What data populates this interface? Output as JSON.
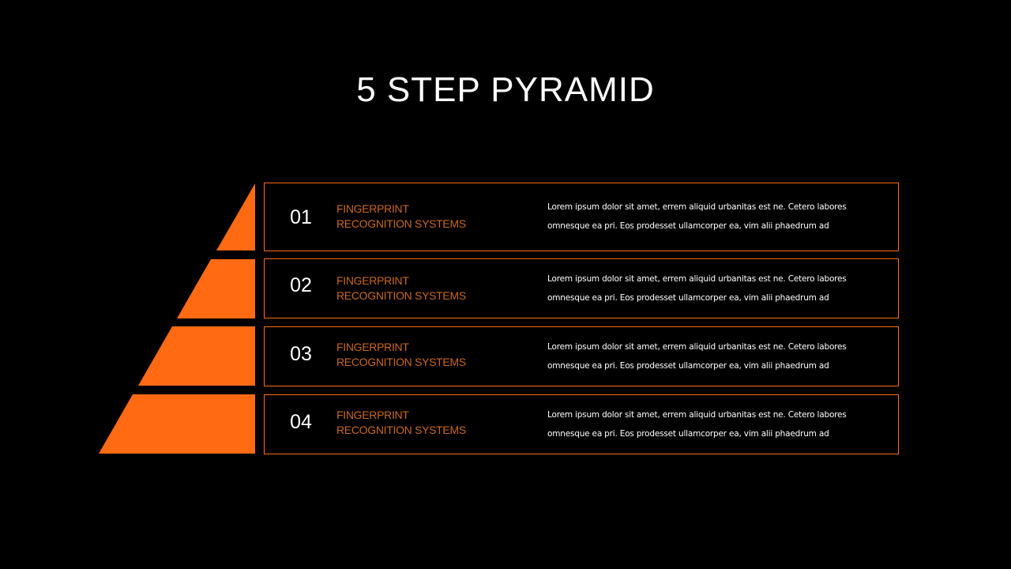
{
  "slide": {
    "title": "5 STEP PYRAMID",
    "colors": {
      "background": "#000000",
      "accent": "#ff6a13",
      "title_text": "#ffffff",
      "step_title_text": "#c8681c",
      "body_text": "#ffffff"
    }
  },
  "steps": [
    {
      "number": "01",
      "title_line1": "FINGERPRINT",
      "title_line2": "RECOGNITION SYSTEMS",
      "description": "Lorem  ipsum dolor sit amet, errem  aliquid urbanitas est ne. Cetero  labores omnesque  ea pri. Eos prodesset ullamcorper ea, vim alii phaedrum ad"
    },
    {
      "number": "02",
      "title_line1": "FINGERPRINT",
      "title_line2": "RECOGNITION SYSTEMS",
      "description": "Lorem  ipsum dolor sit amet, errem  aliquid urbanitas est ne. Cetero  labores omnesque  ea pri. Eos prodesset ullamcorper ea, vim alii phaedrum ad"
    },
    {
      "number": "03",
      "title_line1": "FINGERPRINT",
      "title_line2": "RECOGNITION SYSTEMS",
      "description": "Lorem  ipsum dolor sit amet, errem  aliquid urbanitas est ne. Cetero  labores omnesque  ea pri. Eos prodesset ullamcorper ea, vim alii phaedrum ad"
    },
    {
      "number": "04",
      "title_line1": "FINGERPRINT",
      "title_line2": "RECOGNITION SYSTEMS",
      "description": "Lorem  ipsum dolor sit amet, errem  aliquid urbanitas est ne. Cetero  labores omnesque  ea pri. Eos prodesset ullamcorper ea, vim alii phaedrum ad"
    }
  ]
}
